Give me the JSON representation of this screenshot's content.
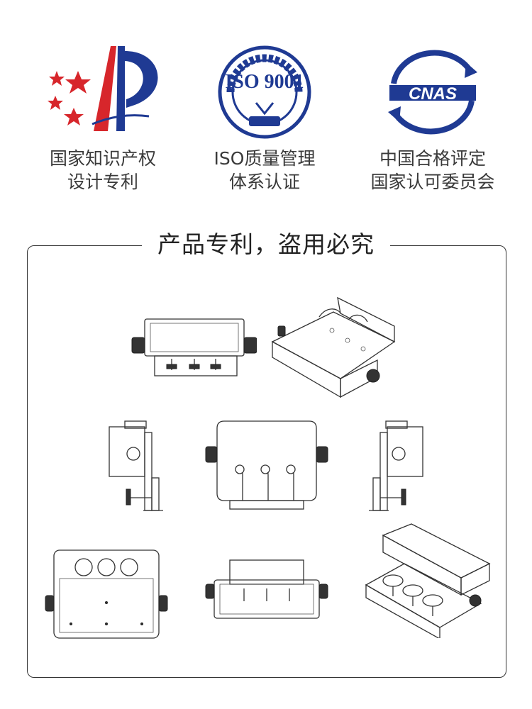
{
  "certificates": [
    {
      "id": "patent",
      "logo_icon": "patent-office-logo-icon",
      "caption_lines": [
        "国家知识产权",
        "设计专利"
      ],
      "colors": {
        "red": "#d7262b",
        "blue": "#1f3a93"
      }
    },
    {
      "id": "iso",
      "logo_icon": "iso-9001-sgs-seal-icon",
      "logo_text": "ISO 9001",
      "caption_lines": [
        "ISO质量管理",
        "体系认证"
      ],
      "colors": {
        "blue": "#1f3a93"
      }
    },
    {
      "id": "cnas",
      "logo_icon": "cnas-logo-icon",
      "logo_text": "CNAS",
      "caption_lines": [
        "中国合格评定",
        "国家认可委员会"
      ],
      "colors": {
        "blue": "#1f3a93"
      }
    }
  ],
  "patent_section": {
    "title": "产品专利，盗用必究",
    "views": [
      {
        "icon": "front-view-drawing-icon"
      },
      {
        "icon": "top-perspective-drawing-icon"
      },
      {
        "icon": "left-side-view-drawing-icon"
      },
      {
        "icon": "rear-view-drawing-icon"
      },
      {
        "icon": "right-side-view-drawing-icon"
      },
      {
        "icon": "bottom-view-drawing-icon"
      },
      {
        "icon": "top-view-drawing-icon"
      },
      {
        "icon": "bottom-perspective-drawing-icon"
      }
    ]
  }
}
